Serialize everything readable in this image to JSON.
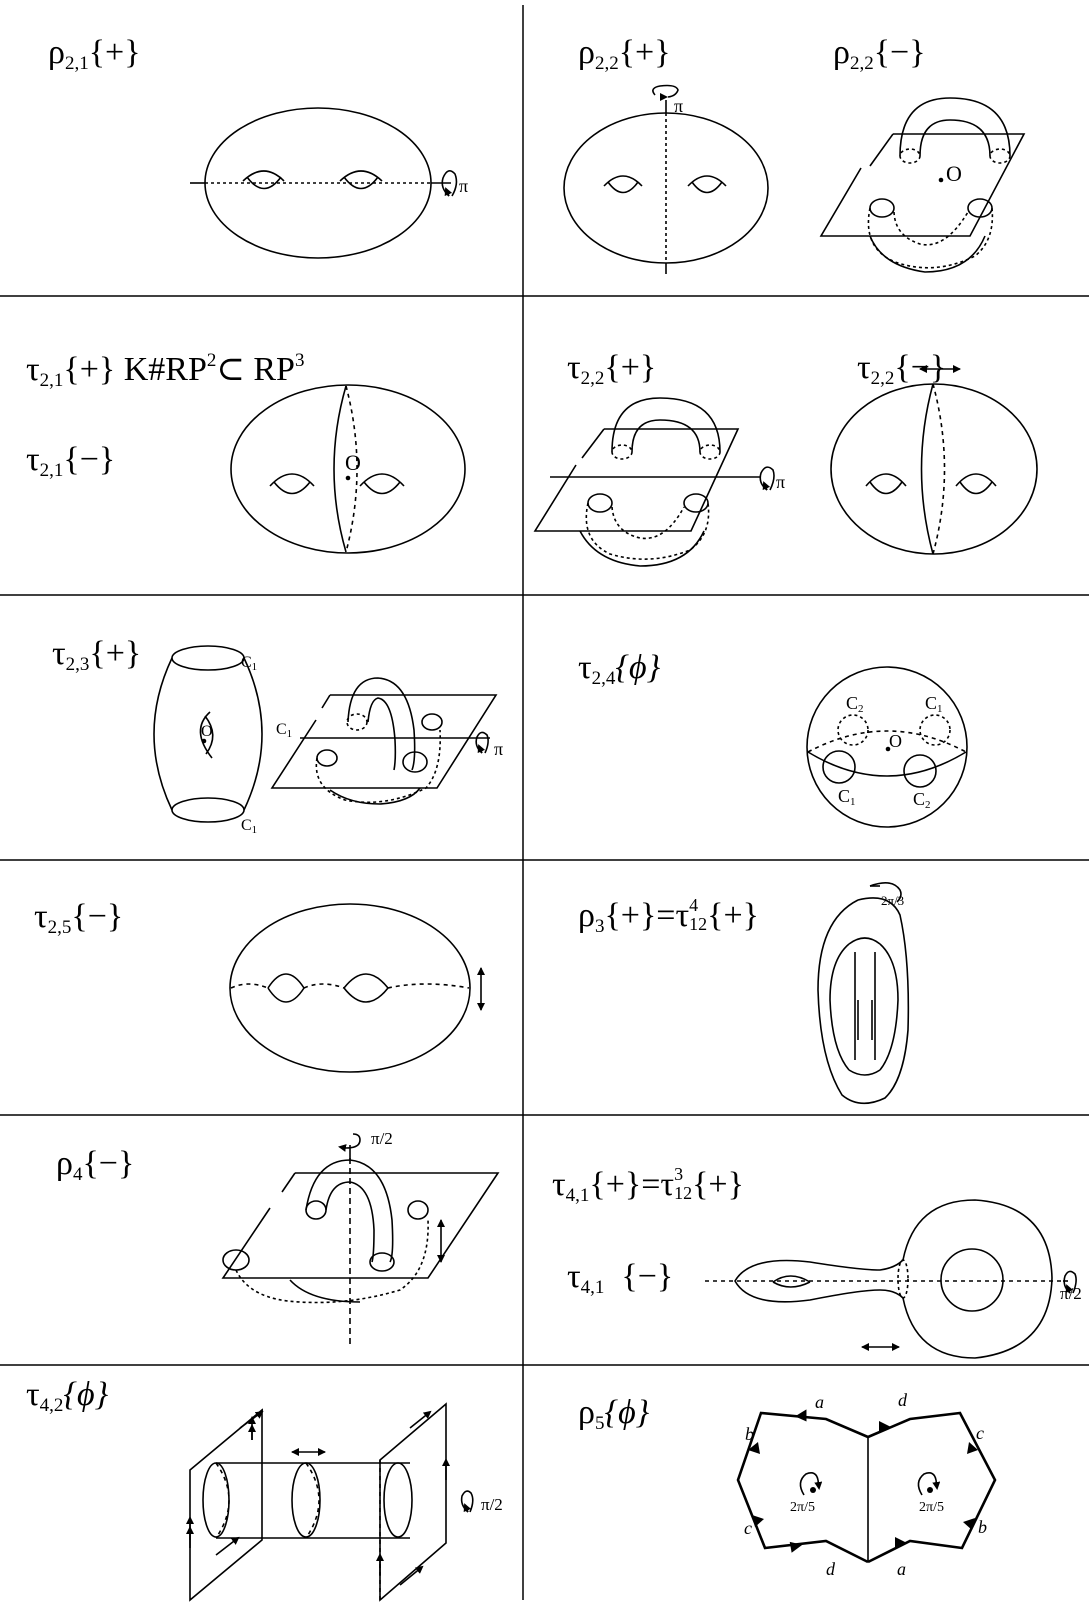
{
  "cells": {
    "r1l": {
      "sym": "ρ",
      "sub": "2,1",
      "tail": "{+}"
    },
    "r1r_a": {
      "sym": "ρ",
      "sub": "2,2",
      "tail": "{+}"
    },
    "r1r_b": {
      "sym": "ρ",
      "sub": "2,2",
      "tail": "{−}"
    },
    "r2l_a": {
      "sym": "τ",
      "sub": "2,1",
      "tail": "{+}",
      "extra": "K#RP",
      "extra_sup": "2",
      "extra2": "⊂ RP",
      "extra2_sup": "3"
    },
    "r2l_b": {
      "sym": "τ",
      "sub": "2,1",
      "tail": "{−}"
    },
    "r2r_a": {
      "sym": "τ",
      "sub": "2,2",
      "tail": "{+}"
    },
    "r2r_b": {
      "sym": "τ",
      "sub": "2,2",
      "tail": "{−}"
    },
    "r3l": {
      "sym": "τ",
      "sub": "2,3",
      "tail": "{+}"
    },
    "r3r": {
      "sym": "τ",
      "sub": "2,4",
      "tail": "{ϕ}"
    },
    "r4l": {
      "sym": "τ",
      "sub": "2,5",
      "tail": "{−}"
    },
    "r4r": {
      "sym": "ρ",
      "sub": "3",
      "mid": "{+}=τ",
      "sup2": "4",
      "sub2": "12",
      "tail": "{+}"
    },
    "r5l": {
      "sym": "ρ",
      "sub": "4",
      "tail": "{−}"
    },
    "r5r_a": {
      "sym": "τ",
      "sub": "4,1",
      "mid": "{+}=τ",
      "sup2": "3",
      "sub2": "12",
      "tail": "{+}"
    },
    "r5r_b": {
      "sym": "τ",
      "sub": "4,1",
      "tail": "{−}"
    },
    "r6l": {
      "sym": "τ",
      "sub": "4,2",
      "tail": "{ϕ}"
    },
    "r6r": {
      "sym": "ρ",
      "sub": "5",
      "tail": "{ϕ}"
    }
  },
  "annotations": {
    "pi": "π",
    "pi_half": "π/2",
    "two_pi_third": "2π/3",
    "two_pi_fifth": "2π/5",
    "origin": "O",
    "c": "C",
    "c_sub1": "1",
    "c_sub2": "2",
    "edge_a": "a",
    "edge_b": "b",
    "edge_c": "c",
    "edge_d": "d"
  }
}
